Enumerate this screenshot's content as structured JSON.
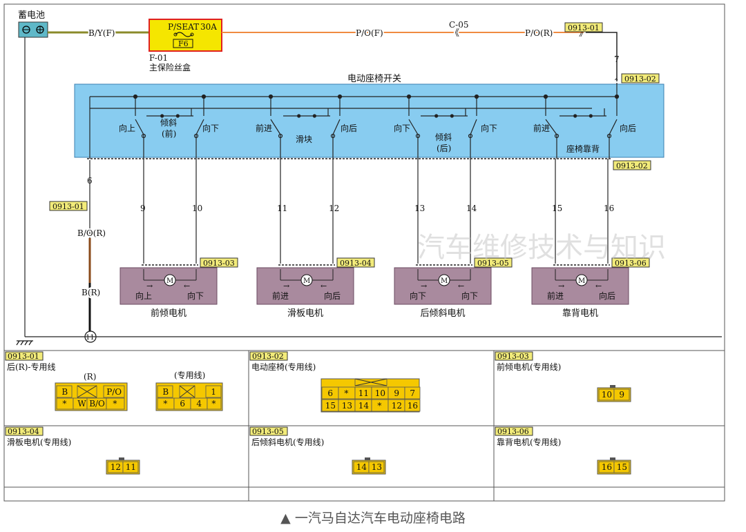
{
  "battery": {
    "label": "蓄电池"
  },
  "fuse": {
    "name": "P/SEAT",
    "rating": "30A",
    "code": "F6",
    "id": "F-01",
    "box_label": "主保险丝盒"
  },
  "wires": {
    "by_f": "B/Y(F)",
    "po_f": "P/O(F)",
    "po_r": "P/O(R)",
    "bo_r": "B/O(R)",
    "b_r": "B(R)",
    "c05": "C-05",
    "pin7": "7",
    "pin6": "6",
    "ground_node": "11"
  },
  "switch_block": {
    "title": "电动座椅开关",
    "labels": [
      {
        "text": "向上"
      },
      {
        "text": "倾斜"
      },
      {
        "text": "(前)"
      },
      {
        "text": "向下"
      },
      {
        "text": "前进"
      },
      {
        "text": "滑块"
      },
      {
        "text": "向后"
      },
      {
        "text": "向下"
      },
      {
        "text": "倾斜"
      },
      {
        "text": "(后)"
      },
      {
        "text": "向下"
      },
      {
        "text": "前进"
      },
      {
        "text": "座椅靠背"
      },
      {
        "text": "向后"
      }
    ]
  },
  "connector_tags": {
    "c0913_01_top": "0913-01",
    "c0913_02_top": "0913-02",
    "c0913_02_bottom": "0913-02",
    "c0913_01_left": "0913-01"
  },
  "motors": [
    {
      "tag": "0913-03",
      "dir_left": "向上",
      "dir_right": "向下",
      "name": "前倾电机",
      "pin_left": "9",
      "pin_right": "10"
    },
    {
      "tag": "0913-04",
      "dir_left": "前进",
      "dir_right": "向后",
      "name": "滑板电机",
      "pin_left": "11",
      "pin_right": "12"
    },
    {
      "tag": "0913-05",
      "dir_left": "向下",
      "dir_right": "向下",
      "name": "后倾斜电机",
      "pin_left": "13",
      "pin_right": "14"
    },
    {
      "tag": "0913-06",
      "dir_left": "前进",
      "dir_right": "向后",
      "name": "靠背电机",
      "pin_left": "15",
      "pin_right": "16"
    }
  ],
  "watermark": "汽车维修技术与知识",
  "connector_panels": [
    {
      "tag": "0913-01",
      "title": "后(R)-专用线",
      "sub_a": "(R)",
      "sub_b": "(专用线)",
      "a_top": [
        "B",
        "",
        "P/O"
      ],
      "a_bottom": [
        "*",
        "W",
        "B/O",
        "*"
      ],
      "b_top": [
        "B",
        "",
        "1"
      ],
      "b_bottom": [
        "*",
        "6",
        "4",
        "*"
      ]
    },
    {
      "tag": "0913-02",
      "title": "电动座椅(专用线)",
      "top": [
        "6",
        "*",
        "11",
        "10",
        "9",
        "7"
      ],
      "bottom": [
        "15",
        "13",
        "14",
        "*",
        "12",
        "16"
      ]
    },
    {
      "tag": "0913-03",
      "title": "前倾电机(专用线)",
      "pins": [
        "10",
        "9"
      ]
    },
    {
      "tag": "0913-04",
      "title": "滑板电机(专用线)",
      "pins": [
        "12",
        "11"
      ]
    },
    {
      "tag": "0913-05",
      "title": "后倾斜电机(专用线)",
      "pins": [
        "14",
        "13"
      ]
    },
    {
      "tag": "0913-06",
      "title": "靠背电机(专用线)",
      "pins": [
        "16",
        "15"
      ]
    }
  ],
  "caption": "▲ 一汽马自达汽车电动座椅电路",
  "colors": {
    "switch_fill": "#88ccf0",
    "motor_fill": "#a98a9e",
    "connector_fill": "#f5c800",
    "tag_fill": "#f2eb7a",
    "wire_orange": "#f08a40",
    "wire_olive": "#8a8a2a",
    "wire_brown": "#8a4a1a"
  }
}
